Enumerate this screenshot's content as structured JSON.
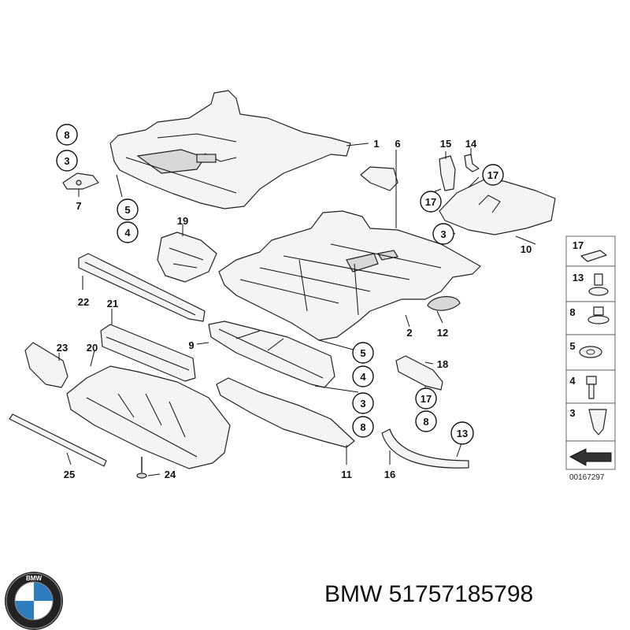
{
  "diagram": {
    "ref_code": "00167297",
    "part_numbers": [
      "1",
      "2",
      "3",
      "4",
      "5",
      "6",
      "7",
      "8",
      "9",
      "10",
      "11",
      "12",
      "13",
      "14",
      "15",
      "16",
      "17",
      "18",
      "19",
      "20",
      "21",
      "22",
      "23",
      "24",
      "25"
    ],
    "left_stack": [
      "8",
      "3",
      "7",
      "5",
      "4",
      "19"
    ],
    "legend_items": [
      "17",
      "13",
      "8",
      "5",
      "4",
      "3"
    ]
  },
  "footer": {
    "brand": "BMW",
    "part_number": "51757185798",
    "logo_letters": "BMW"
  }
}
